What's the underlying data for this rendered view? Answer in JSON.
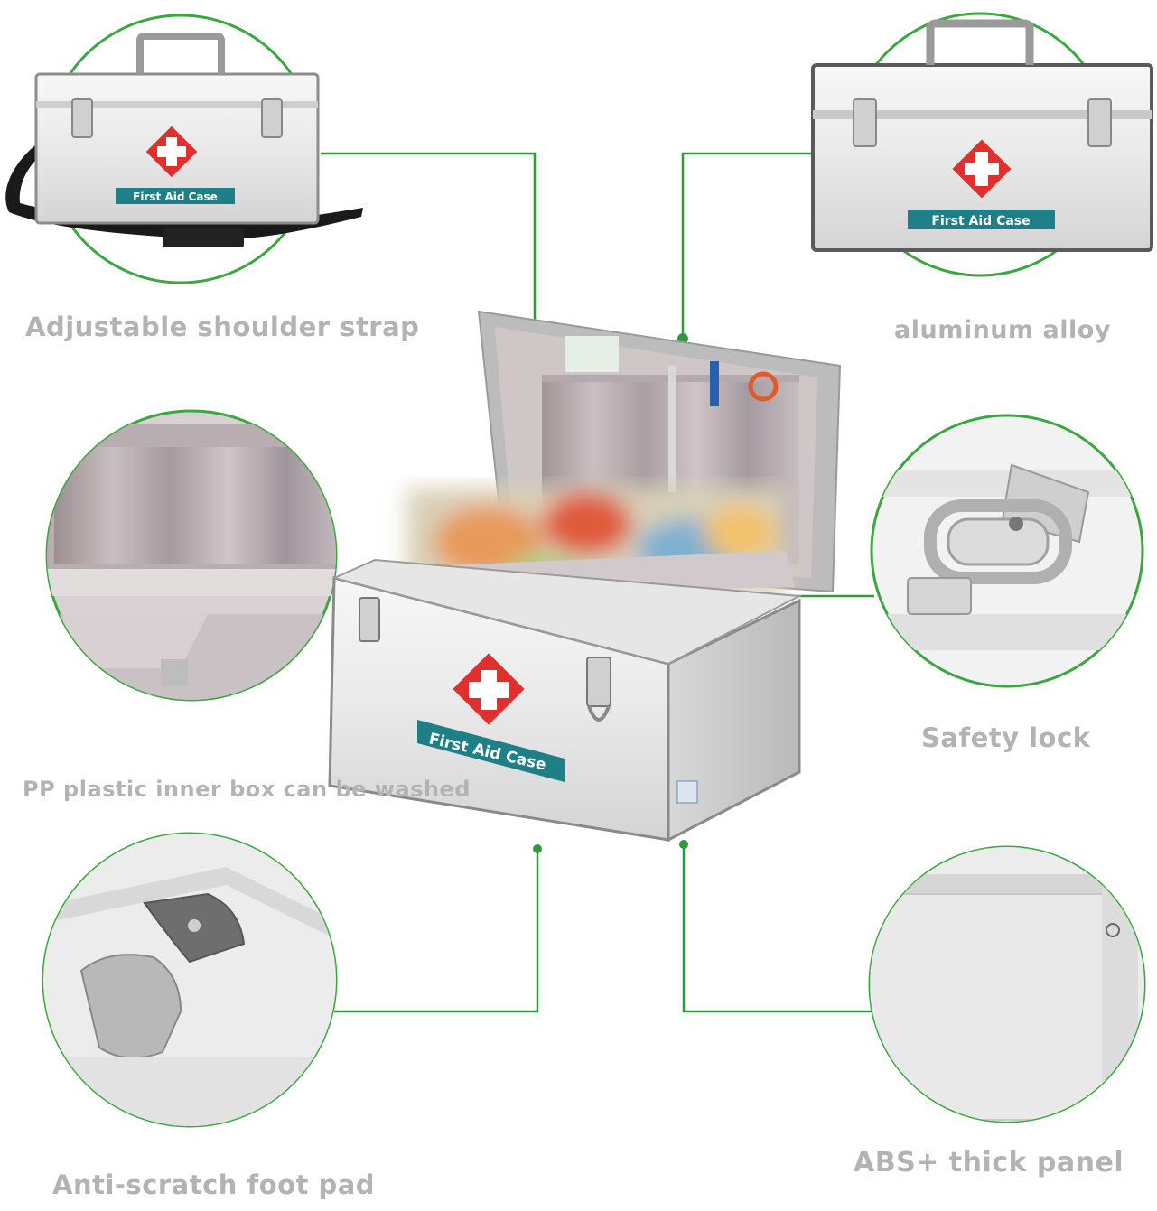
{
  "case_label": "First Aid Case",
  "features": {
    "strap": "Adjustable shoulder strap",
    "alloy": "aluminum alloy",
    "inner_box": "PP plastic inner box can be washed",
    "lock": "Safety lock",
    "foot_pad": "Anti-scratch foot pad",
    "panel": "ABS+ thick panel"
  },
  "colors": {
    "connector_green": "#2e9b3a",
    "circle_green": "#3aa83f",
    "cross_red": "#e0302e",
    "label_teal": "#1e7f86",
    "label_gray": "#b3b3b3"
  }
}
